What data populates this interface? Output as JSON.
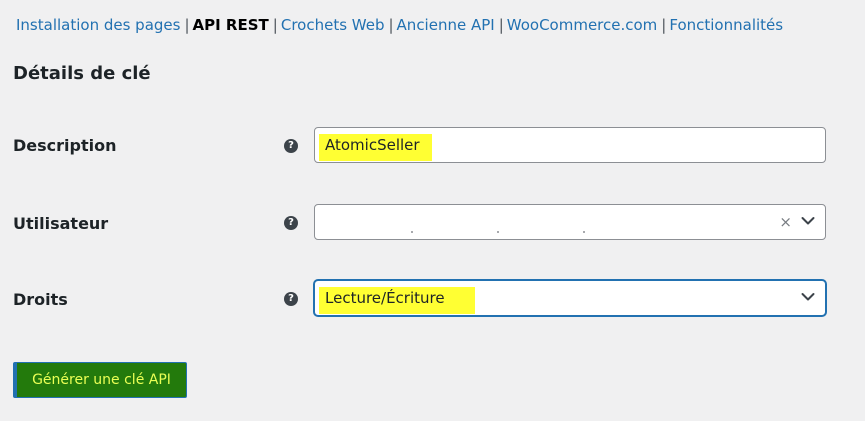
{
  "subnav": {
    "items": [
      {
        "label": "Installation des pages",
        "current": false
      },
      {
        "label": "API REST",
        "current": true
      },
      {
        "label": "Crochets Web",
        "current": false
      },
      {
        "label": "Ancienne API",
        "current": false
      },
      {
        "label": "WooCommerce.com",
        "current": false
      },
      {
        "label": "Fonctionnalités",
        "current": false
      }
    ],
    "separator": "|"
  },
  "heading": "Détails de clé",
  "form": {
    "description": {
      "label": "Description",
      "value": "AtomicSeller",
      "help": "?"
    },
    "user": {
      "label": "Utilisateur",
      "value": "",
      "clear": "×",
      "help": "?"
    },
    "permissions": {
      "label": "Droits",
      "value": "Lecture/Écriture",
      "help": "?"
    }
  },
  "button": {
    "label": "Générer une clé API"
  },
  "colors": {
    "link": "#2271b1",
    "highlight": "#ffff33",
    "button_bg": "#237a0c",
    "button_text": "#eaff55",
    "focus": "#2271b1"
  }
}
